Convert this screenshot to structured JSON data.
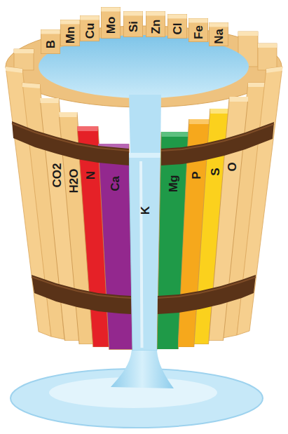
{
  "diagram": {
    "nodes": [
      {
        "text": [
          "B"
        ]
      },
      {
        "text": [
          "Mn"
        ]
      },
      {
        "text": [
          "Cu"
        ]
      },
      {
        "text": [
          "Mo"
        ]
      },
      {
        "text": [
          "Si"
        ]
      },
      {
        "text": [
          "Zn"
        ]
      },
      {
        "text": [
          "Cl"
        ]
      },
      {
        "text": [
          "Fe"
        ]
      },
      {
        "text": [
          "Na"
        ]
      },
      {
        "text": [
          "CO2"
        ]
      },
      {
        "text": [
          "H2O"
        ]
      },
      {
        "text": [
          "N"
        ]
      },
      {
        "text": [
          "Ca"
        ]
      },
      {
        "text": [
          "K"
        ]
      },
      {
        "text": [
          "Mg"
        ]
      },
      {
        "text": [
          "P"
        ]
      },
      {
        "text": [
          "S"
        ]
      },
      {
        "text": [
          "O"
        ]
      }
    ]
  }
}
